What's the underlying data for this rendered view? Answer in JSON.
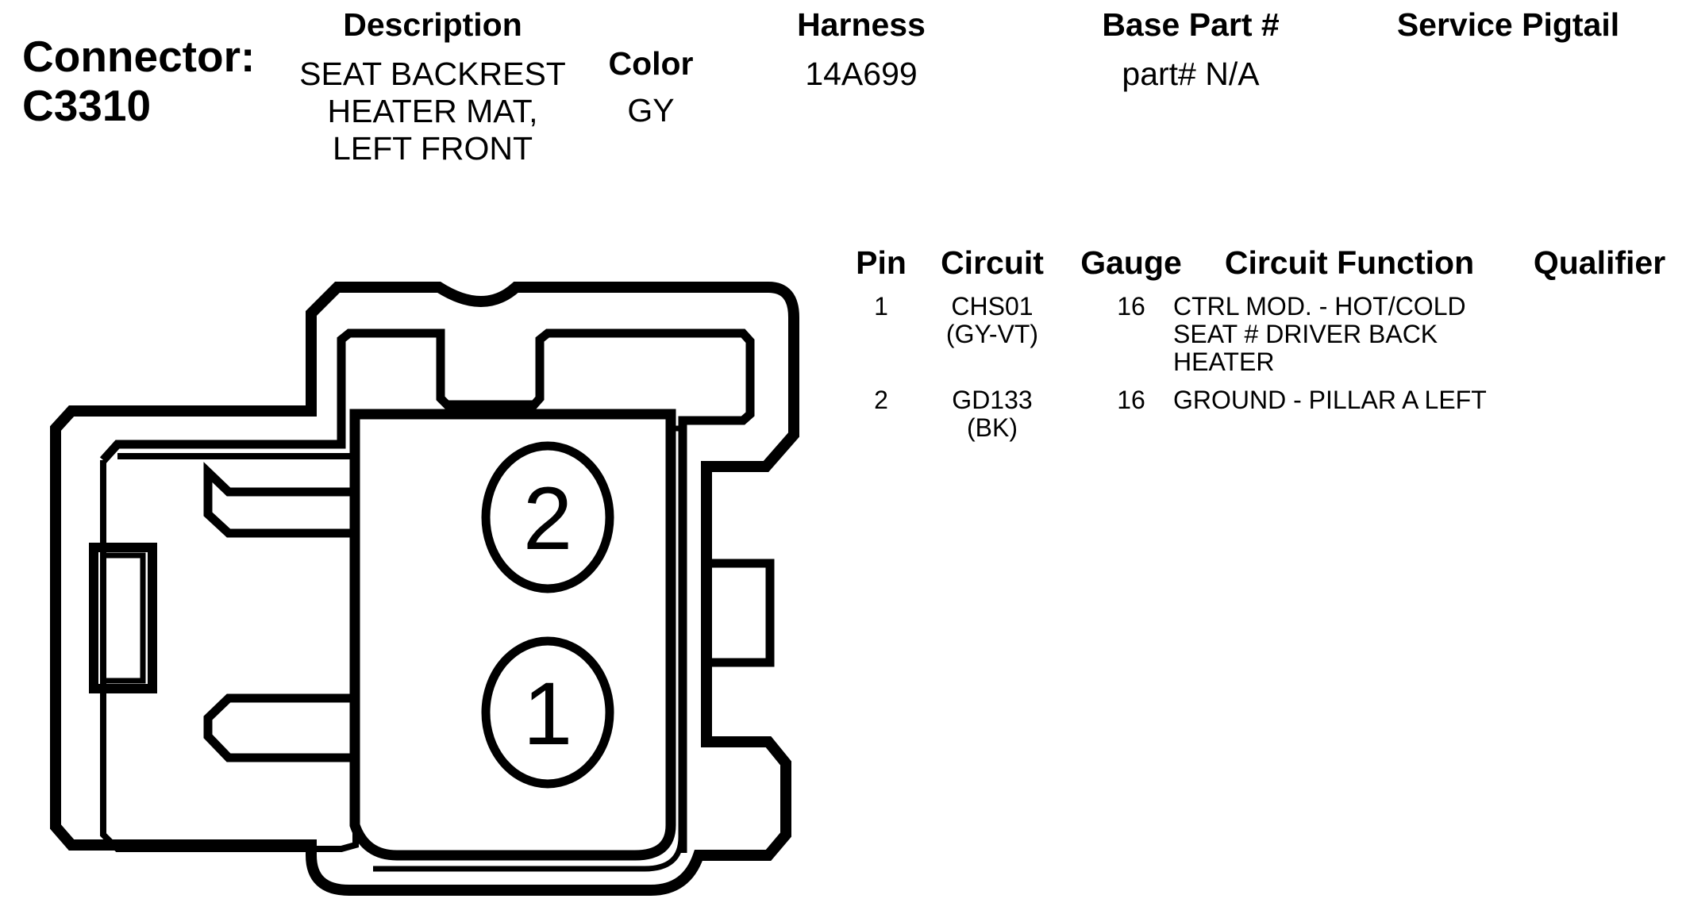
{
  "connector": {
    "label": "Connector:",
    "id": "C3310"
  },
  "header": {
    "description": {
      "label": "Description",
      "lines": [
        "SEAT BACKREST",
        "HEATER MAT,",
        "LEFT FRONT"
      ]
    },
    "color": {
      "label": "Color",
      "value": "GY"
    },
    "harness": {
      "label": "Harness",
      "value": "14A699"
    },
    "base_part": {
      "label": "Base Part #",
      "value": "part# N/A"
    },
    "service_pigtail": {
      "label": "Service Pigtail",
      "value": ""
    }
  },
  "pin_table": {
    "columns": [
      "Pin",
      "Circuit",
      "Gauge",
      "Circuit Function",
      "Qualifier"
    ],
    "rows": [
      {
        "pin": "1",
        "circuit": [
          "CHS01",
          "(GY-VT)"
        ],
        "gauge": "16",
        "function": [
          "CTRL MOD. - HOT/COLD",
          "SEAT # DRIVER BACK",
          "HEATER"
        ],
        "qualifier": ""
      },
      {
        "pin": "2",
        "circuit": [
          "GD133",
          "(BK)"
        ],
        "gauge": "16",
        "function": [
          "GROUND - PILLAR A LEFT"
        ],
        "qualifier": ""
      }
    ]
  },
  "diagram": {
    "pin_labels": [
      "2",
      "1"
    ]
  }
}
